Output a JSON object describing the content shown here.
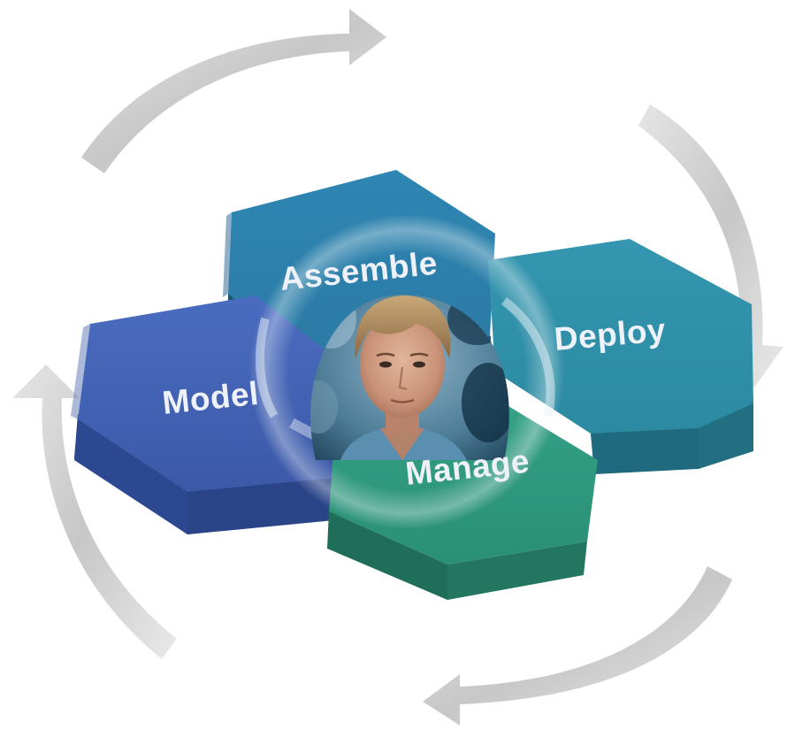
{
  "diagram": {
    "stages": [
      {
        "id": "model",
        "label": "Model",
        "color": "#3f5fae"
      },
      {
        "id": "assemble",
        "label": "Assemble",
        "color": "#2e7ea7"
      },
      {
        "id": "deploy",
        "label": "Deploy",
        "color": "#2f8fa6"
      },
      {
        "id": "manage",
        "label": "Manage",
        "color": "#2a8f78"
      }
    ],
    "center": {
      "image": "person-portrait"
    },
    "cycle": {
      "arrow_color": "#c9c9c9",
      "direction": "clockwise"
    }
  }
}
